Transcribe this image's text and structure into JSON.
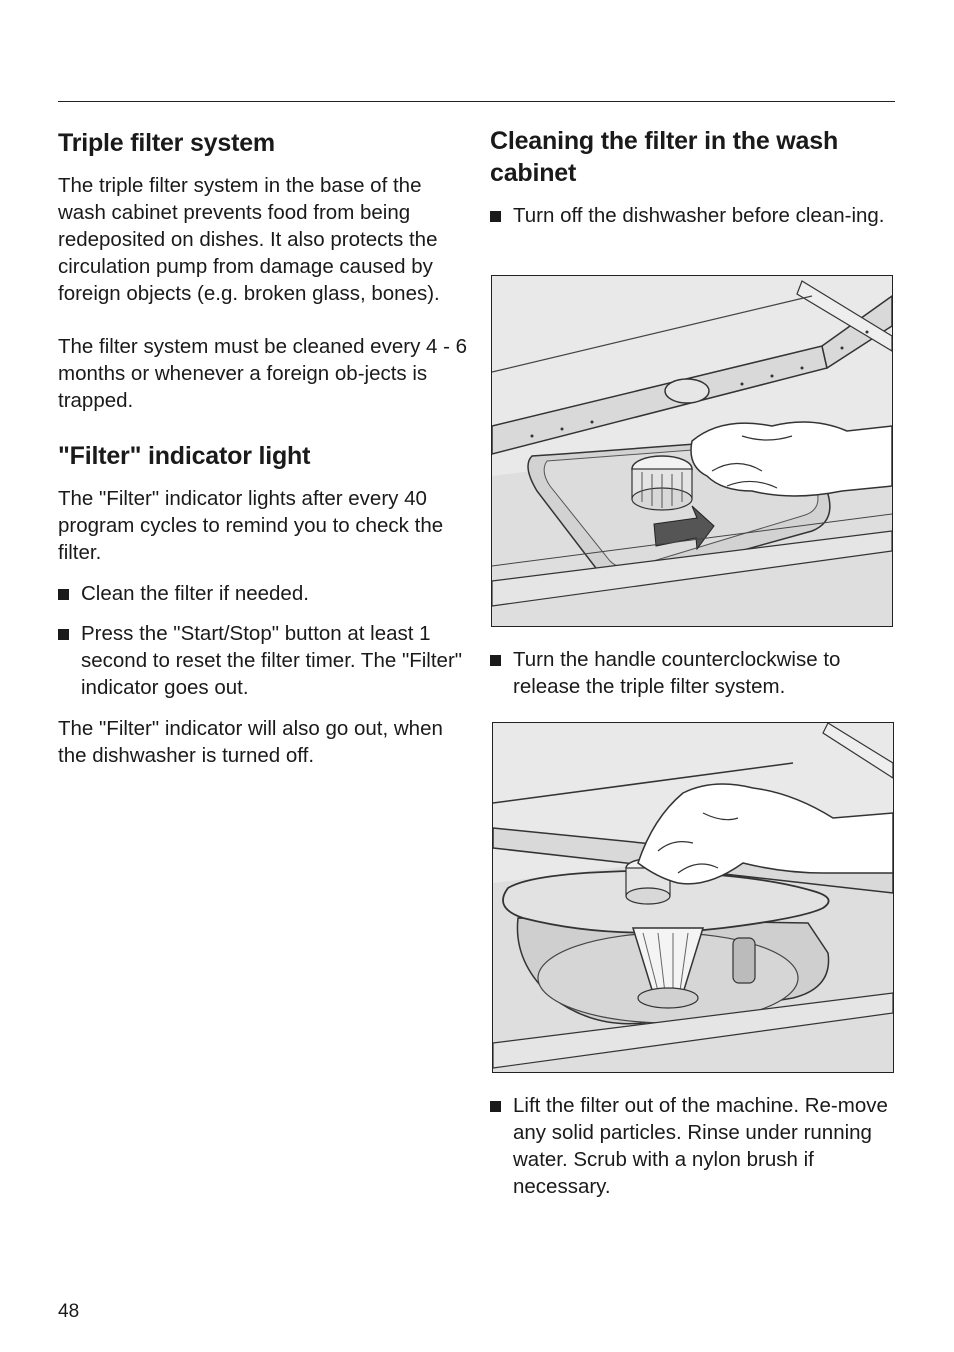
{
  "left": {
    "heading1": "Triple filter system",
    "para1": "The triple filter system in the base of the wash cabinet prevents food from being redeposited on dishes. It also protects the circulation pump from damage caused by foreign objects (e.g. broken glass, bones).",
    "para2": "The filter system must be cleaned every 4 - 6 months or whenever a foreign ob-jects is trapped.",
    "heading2": "\"Filter\" indicator light",
    "para3": "The \"Filter\" indicator lights after every 40 program cycles to remind you to check the filter.",
    "bullets": [
      "Clean the filter if needed.",
      "Press the \"Start/Stop\" button at least 1 second to reset the filter timer. The \"Filter\" indicator goes out."
    ],
    "para4": "The \"Filter\" indicator will also go out, when the dishwasher is turned off."
  },
  "right": {
    "heading": "Cleaning the filter in the wash cabinet",
    "bullet1": "Turn off the dishwasher before clean-ing.",
    "bullet2": "Turn the handle counterclockwise to release the triple filter system.",
    "bullet3": "Lift the filter out of the machine. Re-move any solid particles. Rinse under running water. Scrub with a nylon brush if necessary."
  },
  "page_number": "48"
}
